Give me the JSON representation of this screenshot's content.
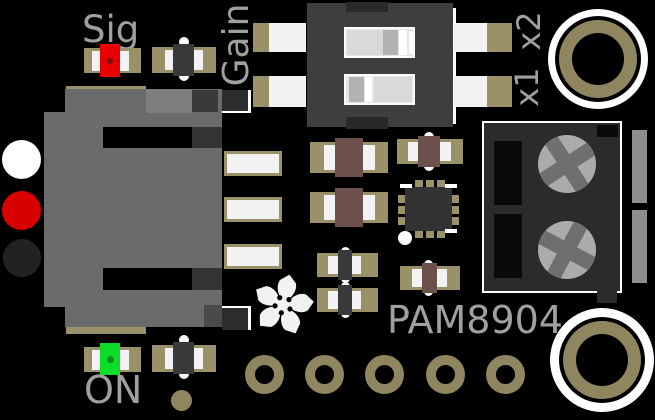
{
  "board": {
    "labels": {
      "sig": "Sig",
      "gain": "Gain",
      "x2": "x2",
      "x1": "x1",
      "chip": "PAM8904",
      "on": "ON"
    },
    "colors": {
      "pcb": "#000000",
      "pad_tan": "#9b9168",
      "hole_tan": "#8f8660",
      "silk": "#a0a0a0",
      "jack_gray": "#6b6b6d",
      "jack_light": "#7e7e81",
      "jack_dark": "#3a3a3c",
      "switch_body": "#3e3e40",
      "switch_tab": "#29292b",
      "component_dark": "#2c2c2e",
      "terminal_body": "#2b2b2d",
      "smd_dark": "#3a3a3c",
      "cap_brown": "#6b504c",
      "led_red": "#e80000",
      "led_red_dot": "#791111",
      "led_green": "#0cdd28",
      "led_green_dot": "#0b8c1d",
      "screw": "#ababad",
      "screw_cross": "#6f6f71",
      "contact_gray": "#8e8e90",
      "knob_gray": "#b2b2b4",
      "wire_white": "#ffffff",
      "wire_red": "#d90000",
      "wire_black": "#222222"
    }
  }
}
